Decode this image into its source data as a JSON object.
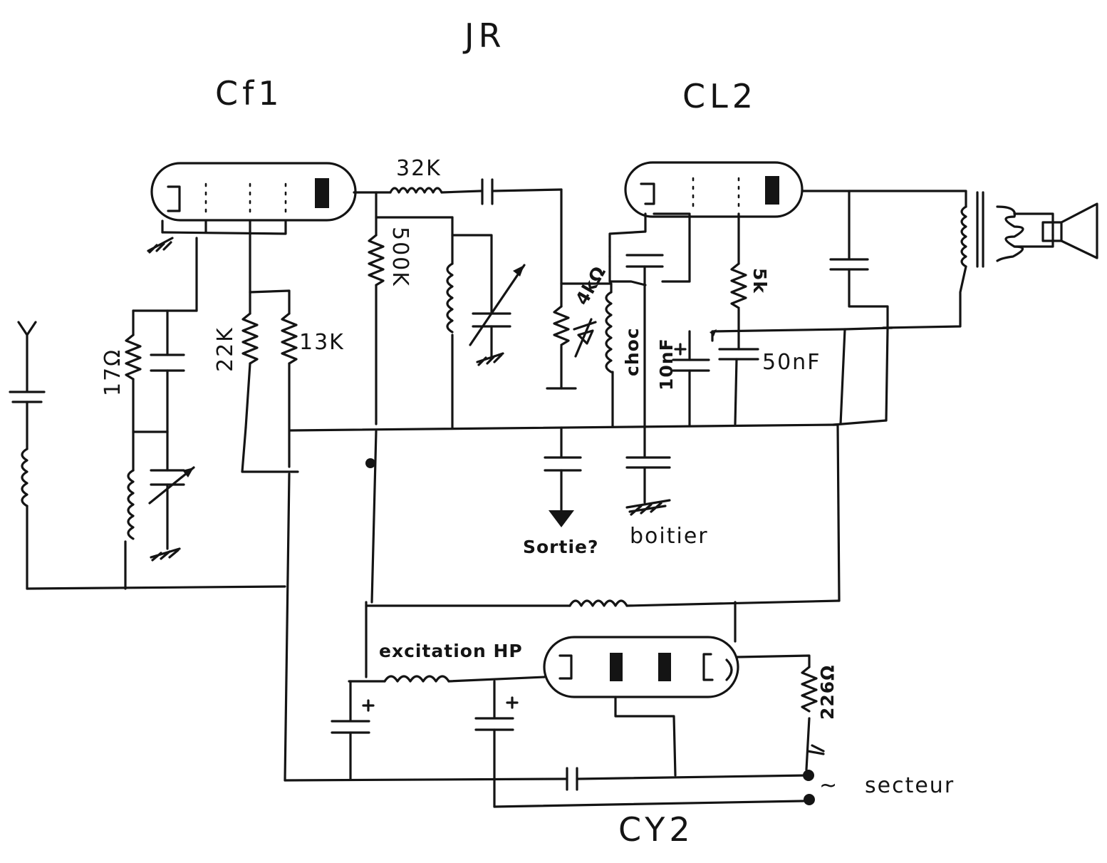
{
  "title": "JR",
  "tubes": {
    "tube1": "Cf1",
    "tube2": "CL2",
    "tube3": "CY2"
  },
  "labels": {
    "r_32k": "32K",
    "r_500k": "500K",
    "r_22k": "22K",
    "r_13k": "13K",
    "r_ohm_left": "17Ω",
    "r_ohm_mid": "4kΩ",
    "r_5k": "5k",
    "choc": "choc",
    "c_10nf": "10nF",
    "c_50nf": "50nF",
    "sortie": "Sortie?",
    "boitier": "boitier",
    "excitation": "excitation HP",
    "r_226": "226Ω",
    "secteur": "secteur",
    "tilde": "~"
  }
}
